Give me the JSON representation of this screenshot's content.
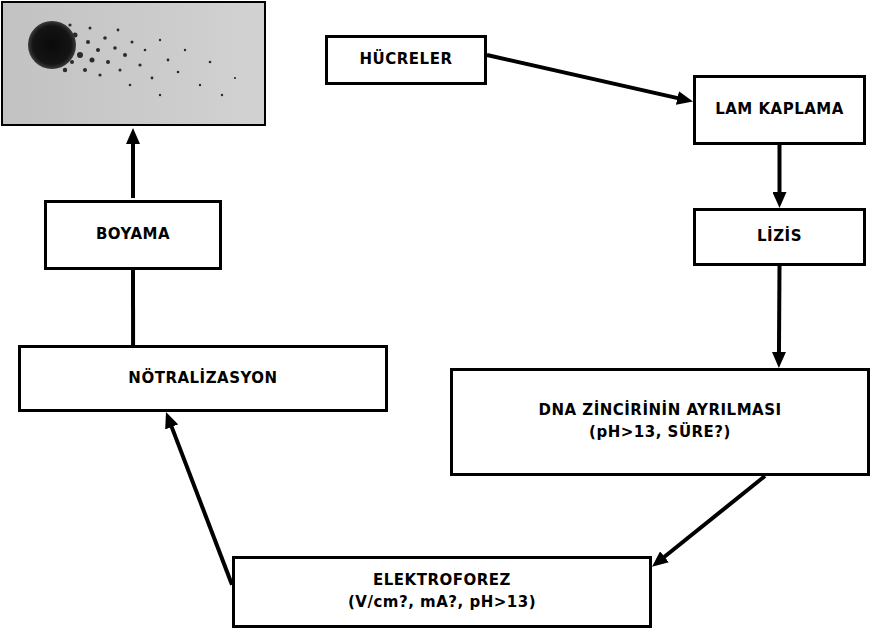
{
  "diagram": {
    "nodes": [
      {
        "text": [
          "HÜCRELER"
        ]
      },
      {
        "text": [
          "LAM KAPLAMA"
        ]
      },
      {
        "text": [
          "LİZİS"
        ]
      },
      {
        "text": [
          "DNA ZİNCİRİNİN AYRILMASI",
          "(pH>13, SÜRE?)"
        ]
      },
      {
        "text": [
          "ELEKTROFOREZ",
          "(V/cm?, mA?, pH>13)"
        ]
      },
      {
        "text": [
          "NÖTRALİZASYON"
        ]
      },
      {
        "text": [
          "BOYAMA"
        ]
      }
    ],
    "edges": [
      {
        "from": 0,
        "to": 1,
        "arrow": "to"
      },
      {
        "from": 1,
        "to": 2,
        "arrow": "to"
      },
      {
        "from": 2,
        "to": 3,
        "arrow": "to"
      },
      {
        "from": 3,
        "to": 4,
        "arrow": "to"
      },
      {
        "from": 4,
        "to": 5,
        "arrow": "to"
      },
      {
        "from": 5,
        "to": 6,
        "arrow": "to"
      }
    ]
  }
}
